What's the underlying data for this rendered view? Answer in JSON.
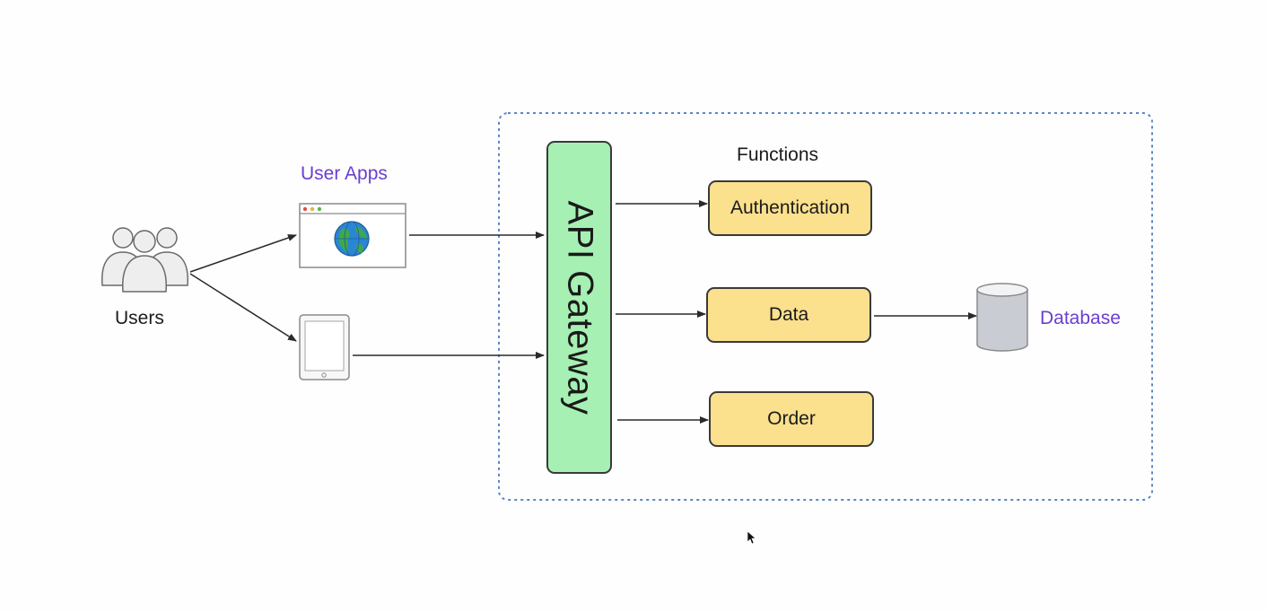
{
  "users": {
    "label": "Users",
    "icon": "users-group-icon"
  },
  "user_apps": {
    "label": "User Apps",
    "browser_icon": "browser-globe-icon",
    "tablet_icon": "tablet-icon"
  },
  "gateway": {
    "label": "API Gateway"
  },
  "functions": {
    "heading": "Functions",
    "items": [
      {
        "label": "Authentication"
      },
      {
        "label": "Data"
      },
      {
        "label": "Order"
      }
    ]
  },
  "database": {
    "label": "Database",
    "icon": "database-cylinder-icon"
  },
  "colors": {
    "container_border": "#5b86c6",
    "gateway_fill": "#a6f0b3",
    "function_fill": "#fbe08d",
    "accent_label": "#6a3fd0",
    "database_fill": "#c9cdd3"
  }
}
